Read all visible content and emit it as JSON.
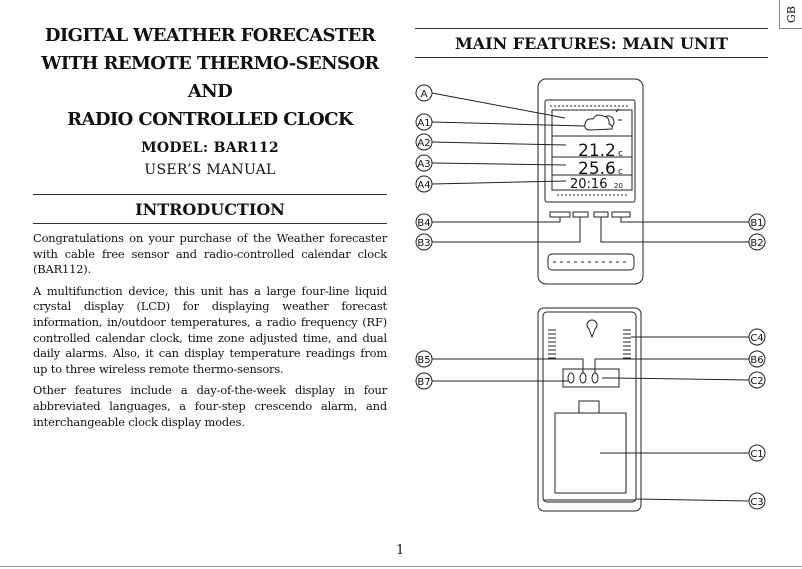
{
  "side_tab": "GB",
  "left": {
    "title_lines": [
      "DIGITAL WEATHER FORECASTER",
      "WITH REMOTE THERMO-SENSOR AND",
      "RADIO CONTROLLED CLOCK"
    ],
    "model": "MODEL:  BAR112",
    "manual": "USER’S  MANUAL",
    "section_title": "INTRODUCTION",
    "paragraphs": [
      "Congratulations on your purchase of the Weather forecaster with cable free sensor and radio-controlled calendar clock (BAR112).",
      "A multifunction device, this unit has a large four-line liquid crystal display (LCD) for displaying weather forecast information, in/outdoor temperatures, a radio frequency (RF) controlled calendar clock, time zone adjusted time, and dual daily alarms. Also, it can display temperature readings from up to three wireless remote thermo-sensors.",
      "Other features include a day-of-the-week display in four abbreviated languages, a four-step crescendo alarm, and interchangeable clock display  modes."
    ]
  },
  "right": {
    "section_title": "MAIN  FEATURES:  MAIN  UNIT",
    "lcd": {
      "indoor_temp": "21.2",
      "outdoor_temp": "25.6",
      "time": "20:16",
      "seconds": "20",
      "unit": "c"
    },
    "callouts_left": [
      "A",
      "A1",
      "A2",
      "A3",
      "A4",
      "B4",
      "B3",
      "B5",
      "B7"
    ],
    "callouts_right": [
      "B1",
      "B2",
      "C4",
      "B6",
      "C2",
      "C1",
      "C3"
    ]
  },
  "page_number": "1"
}
